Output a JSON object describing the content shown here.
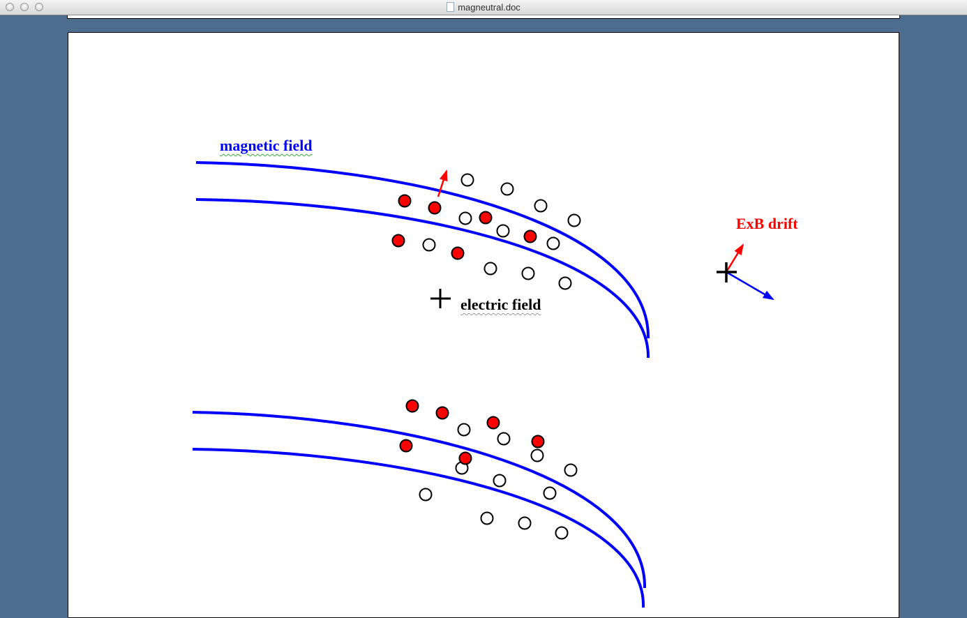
{
  "window": {
    "title": "magneutral.doc"
  },
  "figure": {
    "labels": {
      "magnetic_field": "magnetic field",
      "electric_field": "electric field",
      "exb_drift": "ExB drift"
    },
    "colors": {
      "field_line": "#0000ff",
      "ion": "#ff0000",
      "drift_label": "#ff0000",
      "neutral": "#ffffff"
    }
  }
}
